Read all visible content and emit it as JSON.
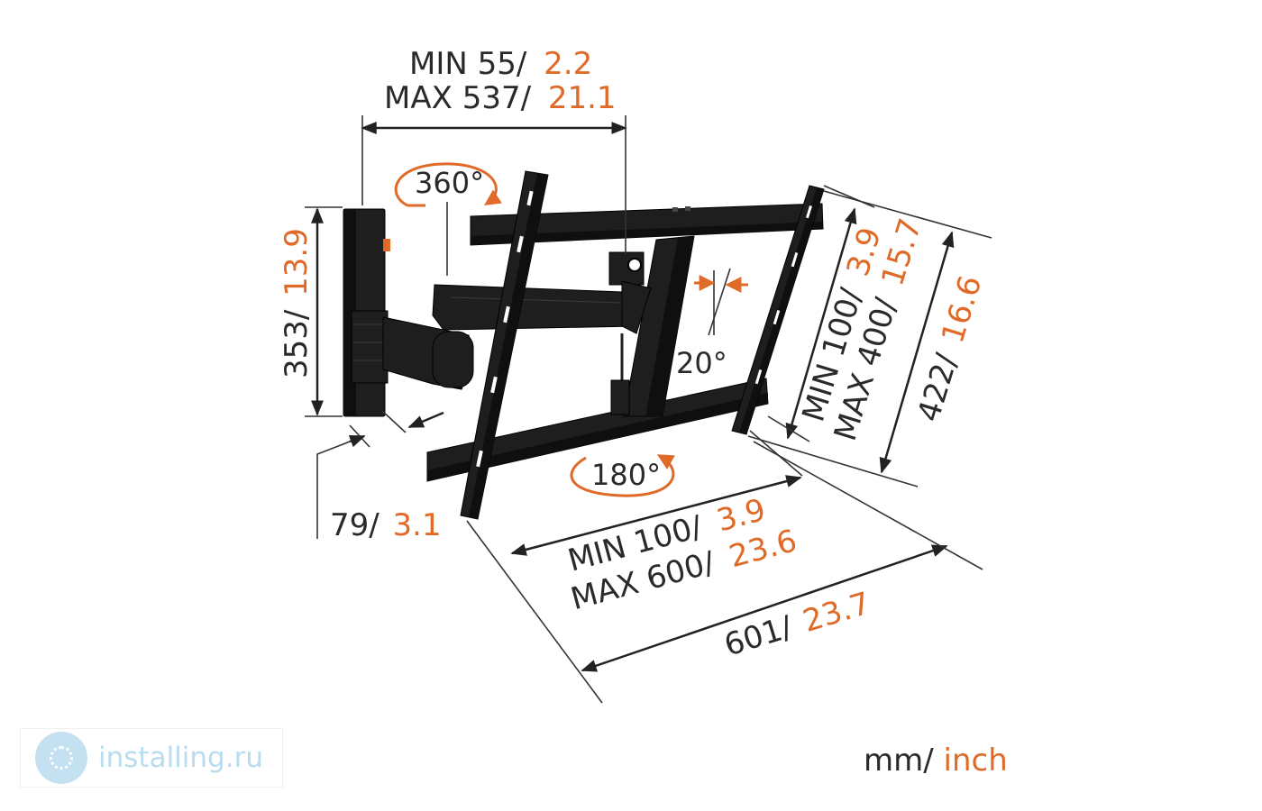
{
  "dimensions": {
    "arm_extension": {
      "min_mm": "MIN 55/",
      "min_inch": "2.2",
      "max_mm": "MAX 537/",
      "max_inch": "21.1"
    },
    "wall_plate_height": {
      "mm": "353/",
      "inch": "13.9"
    },
    "wall_plate_depth": {
      "mm": "79/",
      "inch": "3.1"
    },
    "vesa_vertical": {
      "min_mm": "MIN 100/",
      "min_inch": "3.9",
      "max_mm": "MAX 400/",
      "max_inch": "15.7"
    },
    "bracket_height": {
      "mm": "422/",
      "inch": "16.6"
    },
    "vesa_horizontal": {
      "min_mm": "MIN 100/",
      "min_inch": "3.9",
      "max_mm": "MAX 600/",
      "max_inch": "23.6"
    },
    "bracket_width": {
      "mm": "601/",
      "inch": "23.7"
    }
  },
  "rotations": {
    "swivel_arm": "360°",
    "rotate_plate": "180°",
    "tilt": "20°"
  },
  "units_label": {
    "mm": "mm/",
    "inch": "inch"
  },
  "watermark": {
    "text": "installing.ru"
  },
  "colors": {
    "inch_accent": "#e06a28",
    "text": "#2a2a2a",
    "metal": "#1e1e1e",
    "watermark": "#b9dcef"
  }
}
